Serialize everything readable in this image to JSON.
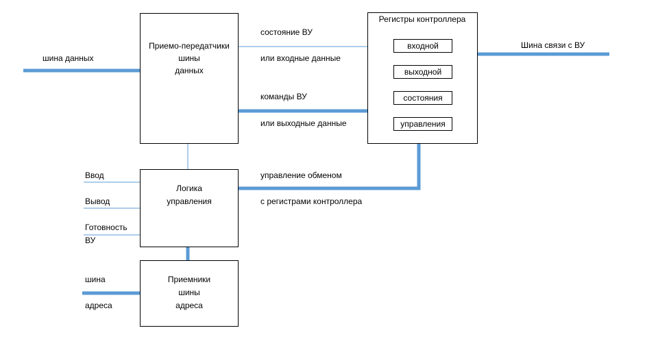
{
  "blocks": {
    "transceivers": [
      "Приемо-передатчики",
      "шины",
      "данных"
    ],
    "logic": [
      "Логика",
      "управления"
    ],
    "receivers": [
      "Приемники",
      "шины",
      "адреса"
    ],
    "registers": {
      "title": "Регистры контроллера",
      "items": [
        "входной",
        "выходной",
        "состояния",
        "управления"
      ]
    }
  },
  "labels": {
    "data_bus": "шина данных",
    "device_bus": "Шина связи с ВУ",
    "status_line1": "состояние ВУ",
    "status_line2": "или входные данные",
    "commands_line1": "команды ВУ",
    "commands_line2": "или выходные данные",
    "exchange_line1": "управление обменом",
    "exchange_line2": "с регистрами контроллера",
    "input": "Ввод",
    "output": "Вывод",
    "ready_line1": "Готовность",
    "ready_line2": "ВУ",
    "address_line1": "шина",
    "address_line2": "адреса"
  }
}
